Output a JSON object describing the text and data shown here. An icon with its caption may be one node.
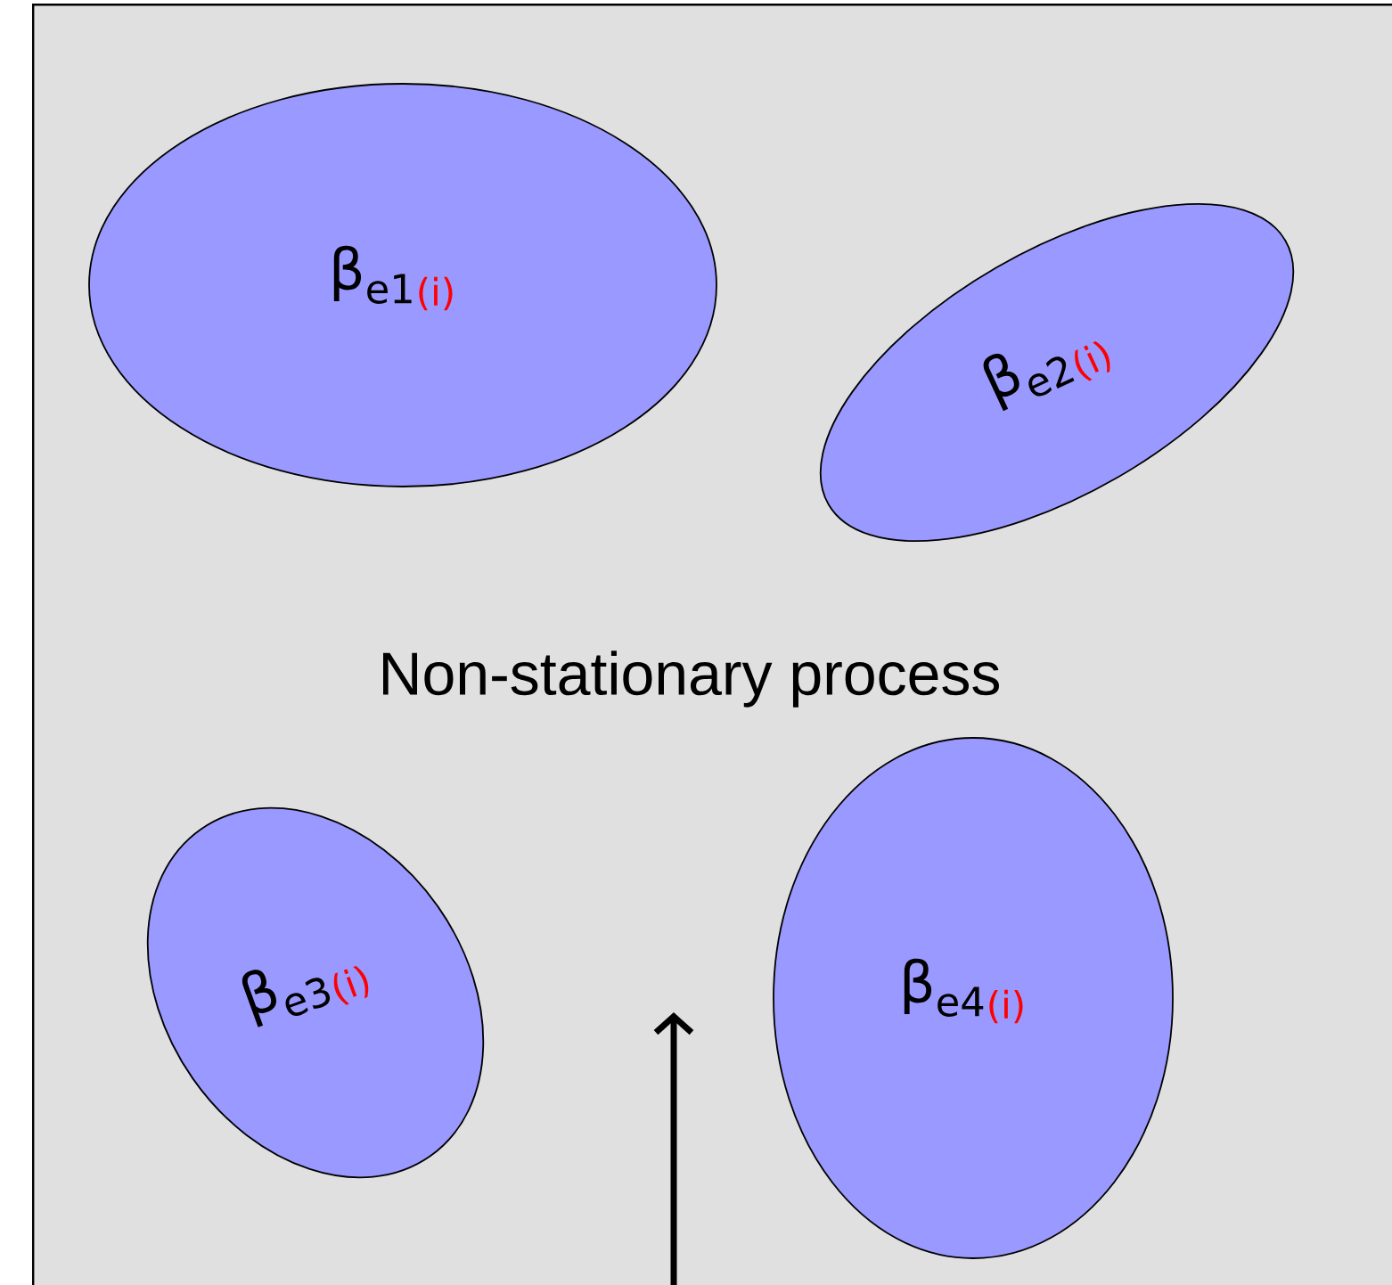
{
  "diagram": {
    "nodes": [
      {
        "text": [
          "Non-stationary process"
        ]
      },
      {
        "text": [
          "β$_{e1}$",
          "(i)"
        ],
        "in": 0
      },
      {
        "text": [
          "β$_{e2}$",
          "(i)"
        ],
        "in": 0
      },
      {
        "text": [
          "β$_{e3}$",
          "(i)"
        ],
        "in": 0
      },
      {
        "text": [
          "β$_{e4}$",
          "(i)"
        ],
        "in": 0
      }
    ]
  }
}
